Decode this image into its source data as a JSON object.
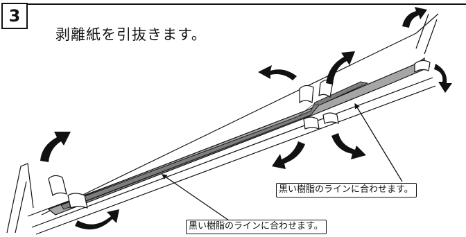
{
  "step": {
    "number": "3"
  },
  "instruction": "剥離紙を引抜きます。",
  "callouts": {
    "upper": "黒い樹脂のラインに合わせます。",
    "lower": "黒い樹脂のラインに合わせます。"
  },
  "colors": {
    "film": "#a6a6a6",
    "film_dark": "#7d7d7d",
    "line": "#111111"
  }
}
